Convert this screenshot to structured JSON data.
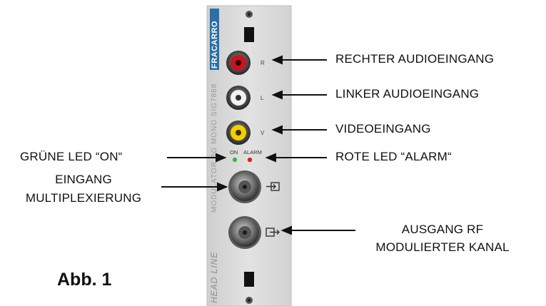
{
  "figure_label": "Abb. 1",
  "callouts": {
    "right_audio": "RECHTER AUDIOEINGANG",
    "left_audio": "LINKER AUDIOEINGANG",
    "video": "VIDEOEINGANG",
    "red_led": "ROTE LED “ALARM“",
    "green_led": "GRÜNE LED “ON“",
    "input_line1": "EINGANG",
    "input_line2": "MULTIPLEXIERUNG",
    "output_line1": "AUSGANG RF",
    "output_line2": "MODULIERTER KANAL"
  },
  "module": {
    "brand": "FRACARRO",
    "model_text": "MODULATOR BG MONO SIG7868",
    "series_text": "HEAD LINE",
    "jack_r": "R",
    "jack_l": "L",
    "jack_v": "V",
    "led_on": "ON",
    "led_alarm": "ALARM"
  },
  "colors": {
    "panel": "#dcdcdc",
    "brand_bar": "#2a6fa8",
    "red_jack": "#c8141e",
    "white_jack": "#f2f2f2",
    "yellow_jack": "#f0d000",
    "green_led": "#3bb54a",
    "red_led": "#d8261c"
  }
}
